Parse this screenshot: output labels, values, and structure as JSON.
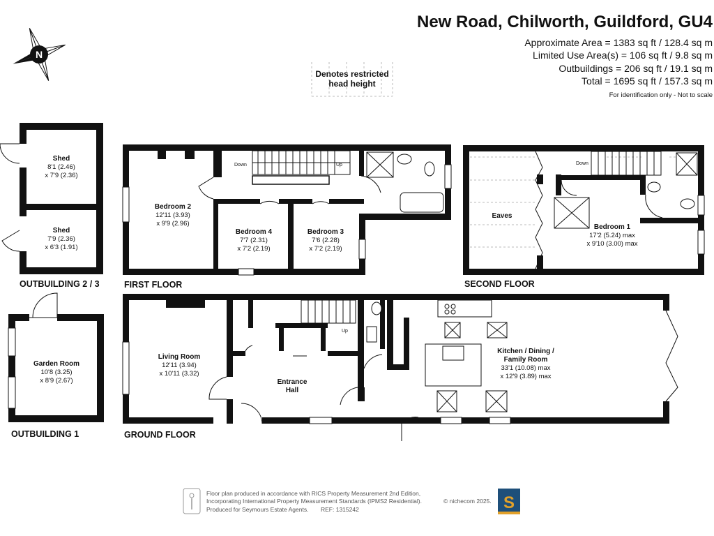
{
  "header": {
    "title": "New Road, Chilworth, Guildford, GU4",
    "areas": [
      "Approximate Area = 1383 sq ft / 128.4 sq m",
      "Limited Use Area(s) = 106 sq ft / 9.8 sq m",
      "Outbuildings = 206 sq ft / 19.1 sq m",
      "Total = 1695 sq ft / 157.3 sq m"
    ],
    "disclaimer": "For identification only - Not to scale"
  },
  "compass": {
    "label": "N"
  },
  "legend": {
    "line1": "Denotes restricted",
    "line2": "head height"
  },
  "floors": {
    "outbuilding23": "OUTBUILDING 2 / 3",
    "outbuilding1": "OUTBUILDING 1",
    "first": "FIRST FLOOR",
    "second": "SECOND FLOOR",
    "ground": "GROUND FLOOR"
  },
  "rooms": {
    "shed1": {
      "name": "Shed",
      "dim1": "8'1 (2.46)",
      "dim2": "x 7'9 (2.36)"
    },
    "shed2": {
      "name": "Shed",
      "dim1": "7'9 (2.36)",
      "dim2": "x 6'3 (1.91)"
    },
    "garden": {
      "name": "Garden Room",
      "dim1": "10'8 (3.25)",
      "dim2": "x 8'9 (2.67)"
    },
    "bedroom2": {
      "name": "Bedroom 2",
      "dim1": "12'11 (3.93)",
      "dim2": "x 9'9 (2.96)"
    },
    "bedroom4": {
      "name": "Bedroom 4",
      "dim1": "7'7 (2.31)",
      "dim2": "x 7'2 (2.19)"
    },
    "bedroom3": {
      "name": "Bedroom 3",
      "dim1": "7'6 (2.28)",
      "dim2": "x 7'2 (2.19)"
    },
    "eaves": {
      "name": "Eaves"
    },
    "bedroom1": {
      "name": "Bedroom 1",
      "dim1": "17'2 (5.24) max",
      "dim2": "x 9'10 (3.00) max"
    },
    "living": {
      "name": "Living Room",
      "dim1": "12'11 (3.94)",
      "dim2": "x 10'11 (3.32)"
    },
    "hall": {
      "name1": "Entrance",
      "name2": "Hall"
    },
    "kitchen": {
      "name1": "Kitchen / Dining /",
      "name2": "Family Room",
      "dim1": "33'1 (10.08) max",
      "dim2": "x 12'9 (3.89) max"
    }
  },
  "stairs": {
    "down": "Down",
    "up": "Up"
  },
  "footer": {
    "line1": "Floor plan produced in accordance with RICS Property Measurement 2nd Edition,",
    "line2": "Incorporating International Property Measurement Standards (IPMS2 Residential).",
    "copyright": "© nichecom 2025.",
    "line3": "Produced for Seymours Estate Agents.",
    "ref": "REF: 1315242",
    "logo_letter": "S"
  },
  "colors": {
    "logo_bg": "#1e4f7a",
    "logo_stripe": "#e2a12a"
  }
}
